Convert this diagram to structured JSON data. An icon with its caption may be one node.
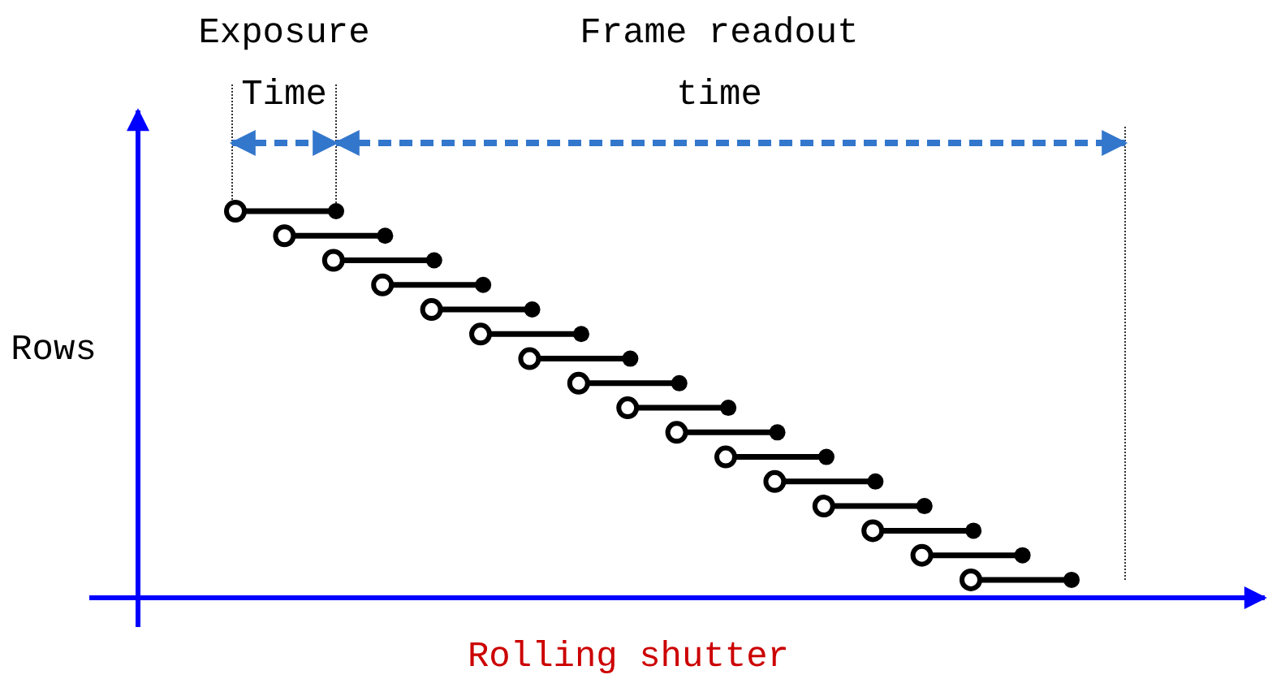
{
  "diagram": {
    "labels": [
      "Exposure Time",
      "Frame readout time",
      "Rows",
      "Rolling shutter"
    ]
  }
}
